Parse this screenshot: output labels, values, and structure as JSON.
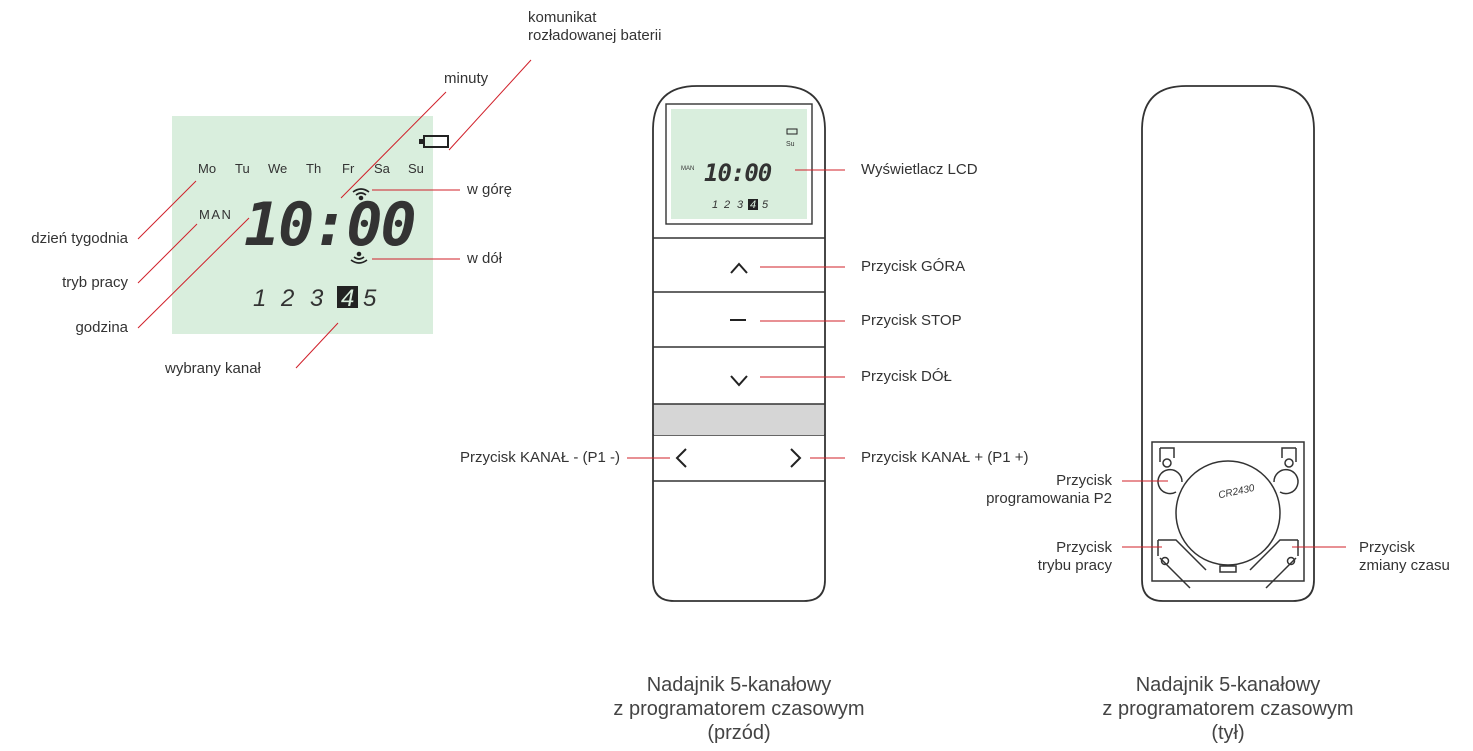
{
  "lcd": {
    "days": [
      "Mo",
      "Tu",
      "We",
      "Th",
      "Fr",
      "Sa",
      "Su"
    ],
    "mode": "MAN",
    "time": "10:00",
    "channels": [
      "1",
      "2",
      "3",
      "4",
      "5"
    ],
    "selected_channel": "4",
    "bg_color": "#d9eedd"
  },
  "lcd_labels": {
    "battery_line1": "komunikat",
    "battery_line2": "rozładowanej baterii",
    "minutes": "minuty",
    "up": "w górę",
    "down": "w dół",
    "weekday": "dzień tygodnia",
    "mode": "tryb pracy",
    "hour": "godzina",
    "channel": "wybrany kanał"
  },
  "front_labels": {
    "lcd": "Wyświetlacz LCD",
    "up_button": "Przycisk GÓRA",
    "stop_button": "Przycisk STOP",
    "down_button": "Przycisk DÓŁ",
    "channel_minus": "Przycisk KANAŁ - (P1 -)",
    "channel_plus": "Przycisk KANAŁ + (P1 +)"
  },
  "back_labels": {
    "p2_line1": "Przycisk",
    "p2_line2": "programowania P2",
    "mode_line1": "Przycisk",
    "mode_line2": "trybu pracy",
    "time_line1": "Przycisk",
    "time_line2": "zmiany czasu",
    "battery_model": "CR2430"
  },
  "captions": {
    "front": [
      "Nadajnik 5-kanałowy",
      "z programatorem czasowym",
      "(przód)"
    ],
    "back": [
      "Nadajnik 5-kanałowy",
      "z programatorem czasowym",
      "(tył)"
    ]
  },
  "colors": {
    "leader_line": "#d0202a",
    "outline": "#333333",
    "gray_band": "#d6d6d6",
    "lcd_green": "#d9eedd"
  }
}
